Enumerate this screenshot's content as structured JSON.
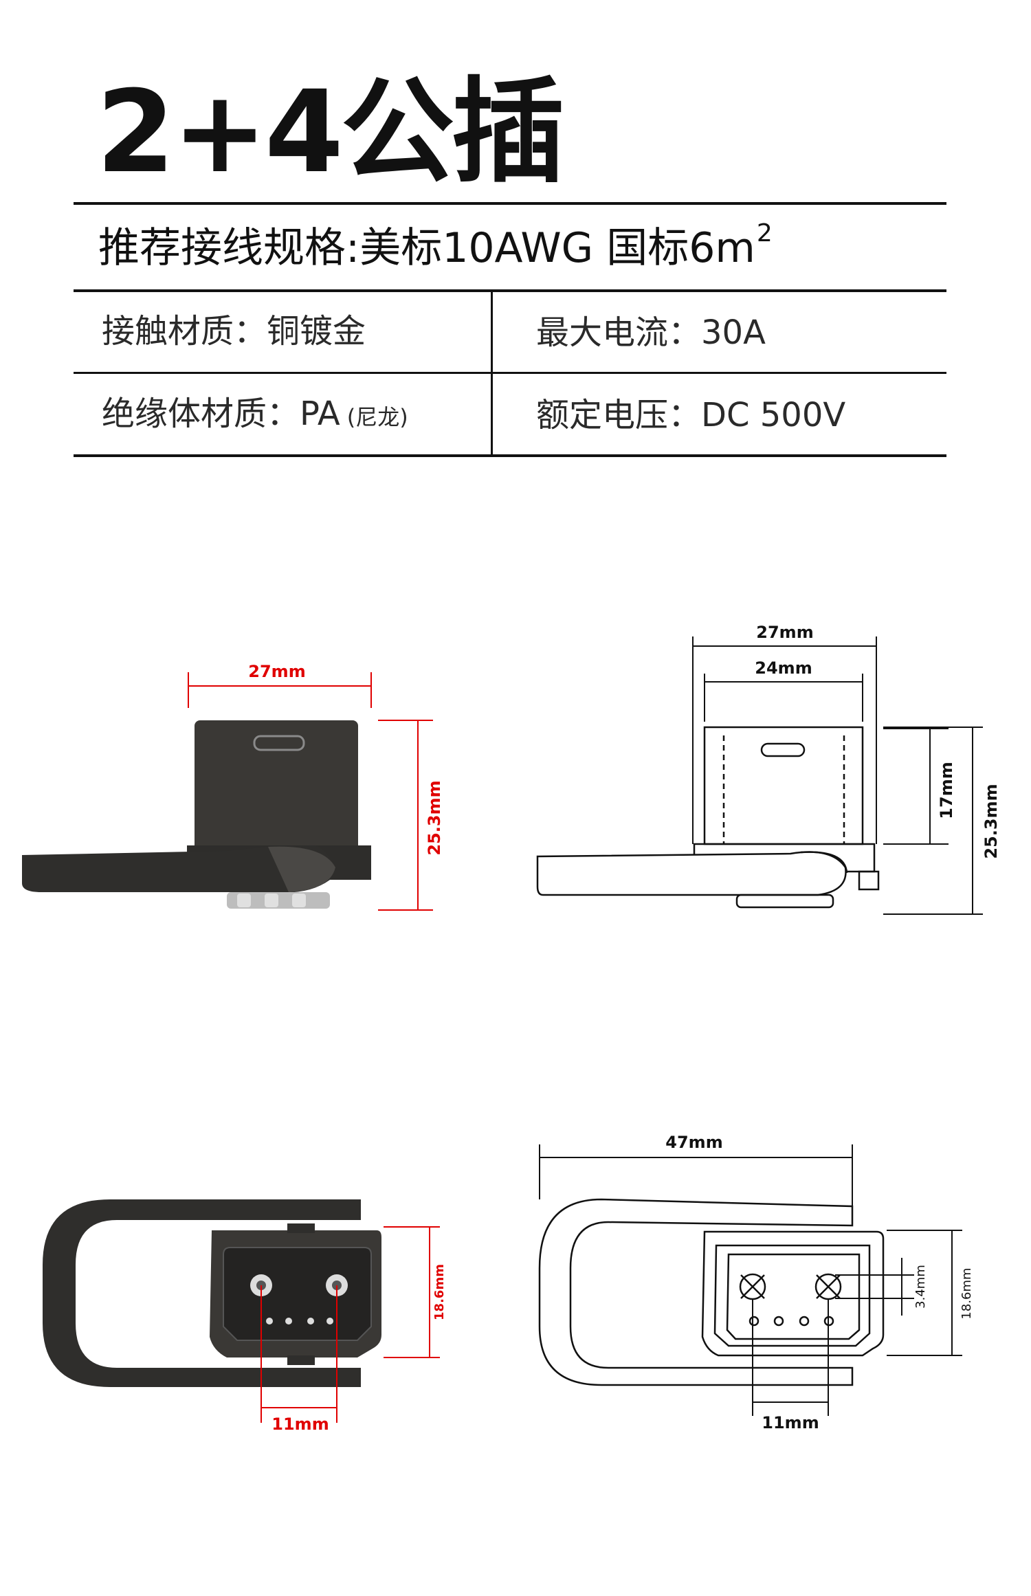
{
  "header": {
    "title": "2+4公插",
    "subtitle": "推荐接线规格:美标10AWG  国标6m",
    "subtitle_sup": "2"
  },
  "specs": {
    "contact_material": "接触材质：铜镀金",
    "max_current": "最大电流：30A",
    "insulator_material": "绝缘体材质：PA",
    "insulator_note": "(尼龙)",
    "rated_voltage": "额定电压：DC 500V"
  },
  "dimensions": {
    "side_photo_width": "27mm",
    "side_photo_height": "25.3mm",
    "side_drawing_width_outer": "27mm",
    "side_drawing_width_inner": "24mm",
    "side_drawing_height_inner": "17mm",
    "side_drawing_height_outer": "25.3mm",
    "front_photo_height": "18.6mm",
    "front_photo_pitch": "11mm",
    "front_drawing_width": "47mm",
    "front_drawing_pin_dia": "3.4mm",
    "front_drawing_height": "18.6mm",
    "front_drawing_pitch": "11mm"
  },
  "colors": {
    "dimension_red": "#e00000",
    "housing_dark": "#2e2e2e"
  }
}
